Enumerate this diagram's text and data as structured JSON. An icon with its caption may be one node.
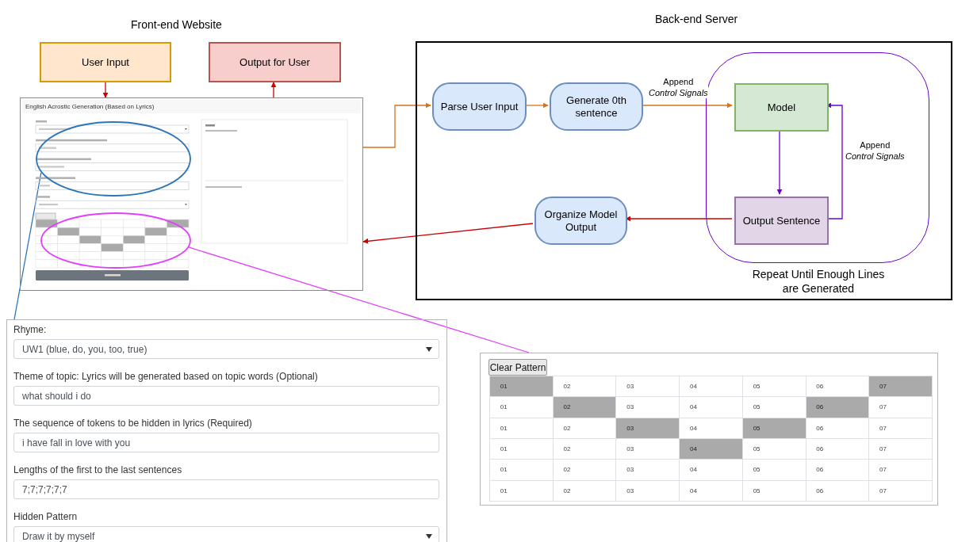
{
  "diagram": {
    "nodes": [
      {
        "text": [
          "User Input"
        ]
      },
      {
        "text": [
          "Output for User"
        ]
      },
      {
        "text": [
          "English Acrostic Generation (Based on Lyrics)"
        ]
      },
      {
        "text": [],
        "shape": "circle",
        "in": 2
      },
      {
        "text": [],
        "shape": "circle",
        "in": 2
      },
      {
        "text": [
          "Back-end Server"
        ]
      },
      {
        "text": [
          "Parse User Input"
        ],
        "in": 5
      },
      {
        "text": [
          "Generate 0th sentence"
        ],
        "in": 5
      },
      {
        "text": [
          "Repeat Until Enough Lines are Generated"
        ],
        "in": 5
      },
      {
        "text": [
          "Model"
        ],
        "in": 8
      },
      {
        "text": [
          "Output Sentence"
        ],
        "in": 8
      },
      {
        "text": [
          "Organize Model Output"
        ],
        "in": 5
      },
      {
        "text": [
          "Rhyme:",
          "UW1 (blue, do, you, too, true)",
          "Theme of topic: Lyrics will be generated based on topic words (Optional)",
          "what should i do",
          "The sequence of tokens to be hidden in lyrics (Required)",
          "i have fall in love with you",
          "Lengths of the first to the last sentences",
          "7;7;7;7;7;7",
          "Hidden Pattern",
          "Draw it by myself"
        ]
      },
      {
        "text": [
          "Clear Pattern",
          "01",
          "02",
          "03",
          "04",
          "05",
          "06",
          "07",
          "01",
          "02",
          "03",
          "04",
          "05",
          "06",
          "07",
          "01",
          "02",
          "03",
          "04",
          "05",
          "06",
          "07",
          "01",
          "02",
          "03",
          "04",
          "05",
          "06",
          "07",
          "01",
          "02",
          "03",
          "04",
          "05",
          "06",
          "07",
          "01",
          "02",
          "03",
          "04",
          "05",
          "06",
          "07"
        ]
      }
    ],
    "edges": [
      {
        "from": 0,
        "to": 2,
        "arrow": "to"
      },
      {
        "from": 2,
        "to": 1,
        "arrow": "to"
      },
      {
        "from": 2,
        "to": 6,
        "arrow": "to",
        "color": "#d9731a"
      },
      {
        "from": 6,
        "to": 7,
        "arrow": "to",
        "color": "#d9731a"
      },
      {
        "from": 7,
        "to": 9,
        "arrow": "to",
        "color": "#d9731a",
        "label": "Append *Control Signals*"
      },
      {
        "from": 9,
        "to": 10,
        "arrow": "to",
        "color": "#6a00d4"
      },
      {
        "from": 10,
        "to": 9,
        "arrow": "to",
        "color": "#6a00d4",
        "label": "Append *Control Signals*"
      },
      {
        "from": 10,
        "to": 11,
        "arrow": "to"
      },
      {
        "from": 11,
        "to": 2,
        "arrow": "to"
      },
      {
        "from": 3,
        "to": 12,
        "arrow": "none",
        "color": "#2e75b6"
      },
      {
        "from": 4,
        "to": 13,
        "arrow": "none",
        "color": "#e040fb"
      }
    ],
    "labels": [
      "Front-end Website"
    ]
  }
}
